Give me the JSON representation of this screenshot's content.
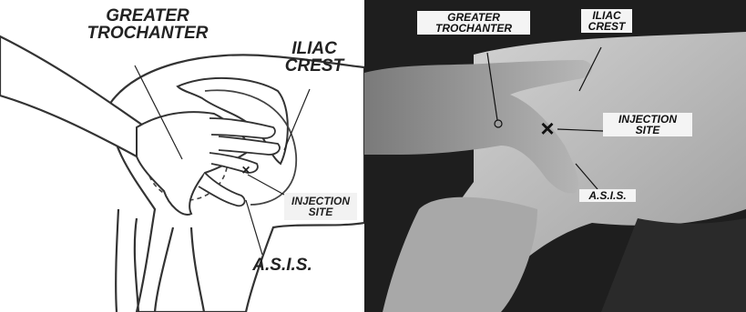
{
  "left_panel": {
    "labels": {
      "greater_trochanter_line1": "GREATER",
      "greater_trochanter_line2": "TROCHANTER",
      "iliac_crest_line1": "ILIAC",
      "iliac_crest_line2": "CREST",
      "injection_line1": "INJECTION",
      "injection_line2": "SITE",
      "asis": "A.S.I.S."
    },
    "marker": "×"
  },
  "right_panel": {
    "labels": {
      "greater_trochanter_line1": "GREATER",
      "greater_trochanter_line2": "TROCHANTER",
      "iliac_crest_line1": "ILIAC",
      "iliac_crest_line2": "CREST",
      "injection_line1": "INJECTION",
      "injection_line2": "SITE",
      "asis": "A.S.I.S."
    },
    "marker": "×"
  }
}
